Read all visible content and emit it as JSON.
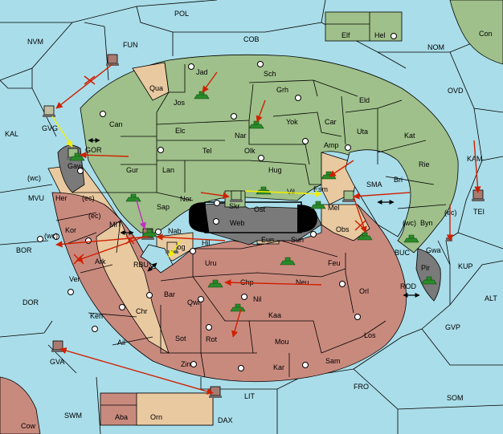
{
  "colors": {
    "sea": "#a9dde9",
    "green": "#9fc08a",
    "tan": "#e9c9a0",
    "red": "#c98a7e",
    "grey": "#7a7a7a",
    "black": "#000000",
    "order_red": "#d02000",
    "order_yellow": "#f0f000",
    "order_magenta": "#c030c0",
    "unit_green": "#2a8a2a"
  },
  "sea_labels": {
    "pol": "POL",
    "nvm": "NVM",
    "fun": "FUN",
    "cob": "COB",
    "nom": "NOM",
    "con": "Con",
    "ovd": "OVD",
    "kal": "KAL",
    "gvg": "GVG",
    "gor": "GOR",
    "mvu": "MVU",
    "bor": "BOR",
    "mit": "MIT",
    "rbu": "RBU",
    "dor": "DOR",
    "gva": "GVA",
    "swm": "SWM",
    "cow": "Cow",
    "lit": "LIT",
    "dax": "DAX",
    "fro": "FRO",
    "som": "SOM",
    "gvp": "GVP",
    "alt": "ALT",
    "kup": "KUP",
    "rod": "ROD",
    "buc": "BUC",
    "kam": "KAM",
    "tei": "TEI",
    "sma": "SMA",
    "elf": "Elf",
    "hel": "Hel"
  },
  "land_labels": {
    "jad": "Jad",
    "sch": "Sch",
    "qua": "Qua",
    "jos": "Jos",
    "grh": "Grh",
    "eld": "Eld",
    "can": "Can",
    "yok": "Yok",
    "car": "Car",
    "uta": "Uta",
    "nar": "Nar",
    "elc": "Elc",
    "amp": "Amp",
    "kat": "Kat",
    "tel": "Tel",
    "olk": "Olk",
    "gaw": "Gaw",
    "gur": "Gur",
    "rie": "Rie",
    "hug": "Hug",
    "lan": "Lan",
    "bri": "Bri",
    "skr": "Skr",
    "esm": "Esm",
    "vil": "Vil",
    "nor": "Nor",
    "her": "Her",
    "ec1": "(ec)",
    "wc1": "(wc)",
    "sap": "Sap",
    "ost": "Ost",
    "web": "Web",
    "mel": "Mel",
    "ec2": "(ec)",
    "kor": "Kor",
    "wc2": "(wc)",
    "nab": "Nab",
    "eun": "Eun",
    "obs": "Obs",
    "wc3": "(wc)",
    "byn": "Byn",
    "ec3": "(ec)",
    "gwa": "Gwa",
    "sun": "Sun",
    "hil": "Hil",
    "nog": "Nog",
    "pir": "Pir",
    "ark": "Ark",
    "uru": "Uru",
    "feu": "Feu",
    "ver": "Ver",
    "chp": "Chp",
    "neu": "Neu",
    "bar": "Bar",
    "orl": "Orl",
    "qwi": "Qwi",
    "nil": "Nil",
    "ken": "Ken",
    "chr": "Chr",
    "kaa": "Kaa",
    "los": "Los",
    "sot": "Sot",
    "rot": "Rot",
    "ail": "Ail",
    "mou": "Mou",
    "zin": "Zin",
    "kar": "Kar",
    "sam": "Sam",
    "aba": "Aba",
    "orn": "Orn"
  }
}
